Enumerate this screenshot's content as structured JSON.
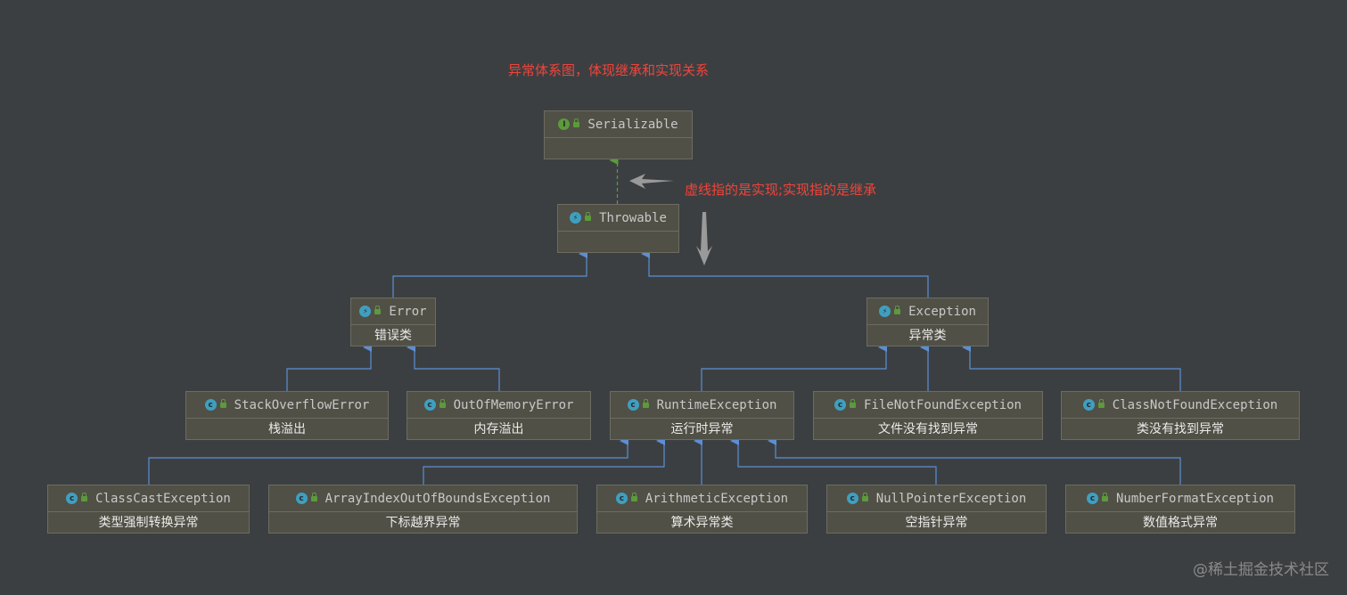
{
  "title": "异常体系图，体现继承和实现关系",
  "note": "虚线指的是实现;实现指的是继承",
  "watermark": "@稀土掘金技术社区",
  "colors": {
    "background": "#3c3f41",
    "node_fill": "#505046",
    "edge": "#5b8fd6",
    "implements_edge": "#5c9a3c",
    "note_text": "#f0443c"
  },
  "nodes": [
    {
      "id": "serializable",
      "kind": "interface",
      "icon": "interface-icon",
      "name": "Serializable",
      "label": ""
    },
    {
      "id": "throwable",
      "kind": "class",
      "icon": "throwable-icon",
      "name": "Throwable",
      "label": ""
    },
    {
      "id": "error",
      "kind": "class",
      "icon": "throwable-icon",
      "name": "Error",
      "label": "错误类"
    },
    {
      "id": "exception",
      "kind": "class",
      "icon": "throwable-icon",
      "name": "Exception",
      "label": "异常类"
    },
    {
      "id": "stackoverflowerror",
      "kind": "class",
      "icon": "class-icon",
      "name": "StackOverflowError",
      "label": "栈溢出"
    },
    {
      "id": "outofmemoryerror",
      "kind": "class",
      "icon": "class-icon",
      "name": "OutOfMemoryError",
      "label": "内存溢出"
    },
    {
      "id": "runtimeexception",
      "kind": "class",
      "icon": "class-icon",
      "name": "RuntimeException",
      "label": "运行时异常"
    },
    {
      "id": "filenotfoundexception",
      "kind": "class",
      "icon": "class-icon",
      "name": "FileNotFoundException",
      "label": "文件没有找到异常"
    },
    {
      "id": "classnotfoundexception",
      "kind": "class",
      "icon": "class-icon",
      "name": "ClassNotFoundException",
      "label": "类没有找到异常"
    },
    {
      "id": "classcastexception",
      "kind": "class",
      "icon": "class-icon",
      "name": "ClassCastException",
      "label": "类型强制转换异常"
    },
    {
      "id": "arrayindexoutofboundsexception",
      "kind": "class",
      "icon": "class-icon",
      "name": "ArrayIndexOutOfBoundsException",
      "label": "下标越界异常"
    },
    {
      "id": "arithmeticexception",
      "kind": "class",
      "icon": "class-icon",
      "name": "ArithmeticException",
      "label": "算术异常类"
    },
    {
      "id": "nullpointerexception",
      "kind": "class",
      "icon": "class-icon",
      "name": "NullPointerException",
      "label": "空指针异常"
    },
    {
      "id": "numberformatexception",
      "kind": "class",
      "icon": "class-icon",
      "name": "NumberFormatException",
      "label": "数值格式异常"
    }
  ],
  "edges": [
    {
      "from": "throwable",
      "to": "serializable",
      "type": "implements"
    },
    {
      "from": "error",
      "to": "throwable",
      "type": "extends"
    },
    {
      "from": "exception",
      "to": "throwable",
      "type": "extends"
    },
    {
      "from": "stackoverflowerror",
      "to": "error",
      "type": "extends"
    },
    {
      "from": "outofmemoryerror",
      "to": "error",
      "type": "extends"
    },
    {
      "from": "runtimeexception",
      "to": "exception",
      "type": "extends"
    },
    {
      "from": "filenotfoundexception",
      "to": "exception",
      "type": "extends"
    },
    {
      "from": "classnotfoundexception",
      "to": "exception",
      "type": "extends"
    },
    {
      "from": "classcastexception",
      "to": "runtimeexception",
      "type": "extends"
    },
    {
      "from": "arrayindexoutofboundsexception",
      "to": "runtimeexception",
      "type": "extends"
    },
    {
      "from": "arithmeticexception",
      "to": "runtimeexception",
      "type": "extends"
    },
    {
      "from": "nullpointerexception",
      "to": "runtimeexception",
      "type": "extends"
    },
    {
      "from": "numberformatexception",
      "to": "runtimeexception",
      "type": "extends"
    }
  ]
}
